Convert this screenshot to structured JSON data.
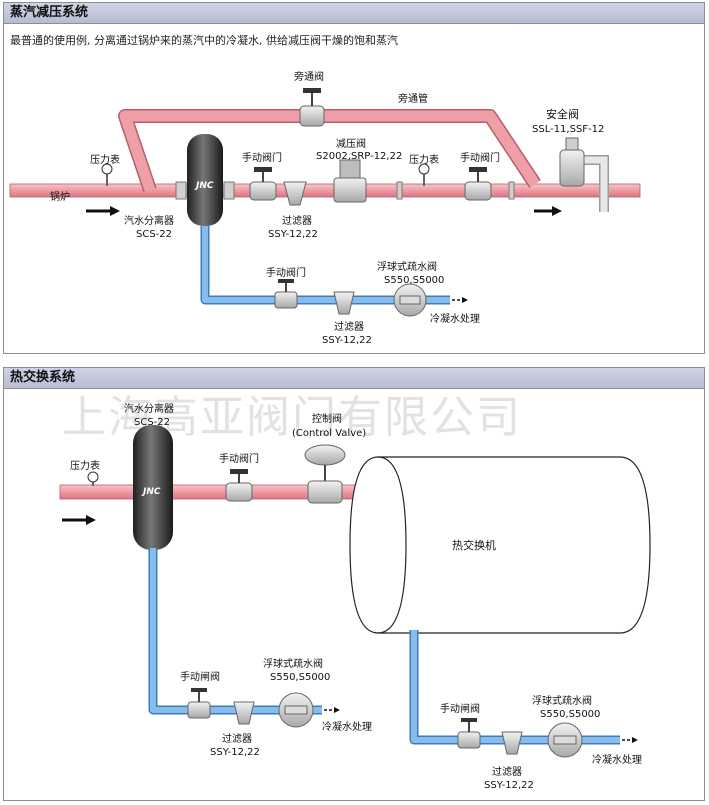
{
  "section1": {
    "title": "蒸汽减压系统",
    "description": "最普通的使用例, 分离通过锅炉来的蒸汽中的冷凝水, 供给减压阀干燥的饱和蒸汽",
    "labels": {
      "bypass_valve": "旁通阀",
      "bypass_pipe": "旁通管",
      "safety_valve": "安全阀",
      "safety_valve_model": "SSL-11,SSF-12",
      "pressure_gauge_1": "压力表",
      "manual_valve_1": "手动阀门",
      "reducing_valve": "减压阀",
      "reducing_valve_model": "S2002,SRP-12,22",
      "pressure_gauge_2": "压力表",
      "manual_valve_2": "手动阀门",
      "boiler": "锅炉",
      "separator": "汽水分离器",
      "separator_model": "SCS-22",
      "strainer": "过滤器",
      "strainer_model": "SSY-12,22",
      "manual_valve_3": "手动阀门",
      "float_trap": "浮球式疏水阀",
      "float_trap_model": "S550,S5000",
      "strainer_2": "过滤器",
      "strainer_2_model": "SSY-12,22",
      "condensate": "冷凝水处理",
      "separator_logo": "JNC"
    }
  },
  "section2": {
    "title": "热交换系统",
    "watermark": "上海高亚阀门有限公司",
    "labels": {
      "separator": "汽水分离器",
      "separator_model": "SCS-22",
      "control_valve": "控制阀",
      "control_valve_en": "(Control Valve)",
      "pressure_gauge": "压力表",
      "manual_valve": "手动阀门",
      "heat_exchanger": "热交换机",
      "gate_valve_1": "手动闸阀",
      "float_trap_1": "浮球式疏水阀",
      "float_trap_1_model": "S550,S5000",
      "strainer_1": "过滤器",
      "strainer_1_model": "SSY-12,22",
      "condensate_1": "冷凝水处理",
      "gate_valve_2": "手动闸阀",
      "float_trap_2": "浮球式疏水阀",
      "float_trap_2_model": "S550,S5000",
      "strainer_2": "过滤器",
      "strainer_2_model": "SSY-12,22",
      "condensate_2": "冷凝水处理",
      "separator_logo": "JNC"
    }
  },
  "colors": {
    "steam_pipe": "#efa3aa",
    "steam_pipe_edge": "#b85e69",
    "water_pipe": "#7fb6e6",
    "water_pipe_edge": "#3d7bbf",
    "separator_body": "#3f3f3f",
    "header_bg": "#c3c8dd"
  }
}
